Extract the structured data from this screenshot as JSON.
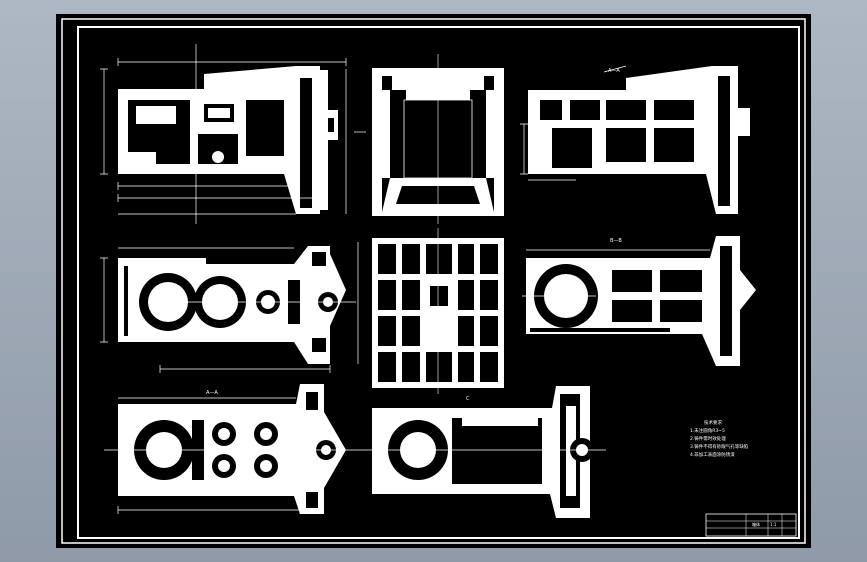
{
  "drawing": {
    "section_labels": {
      "top_right": "A—A",
      "middle_right": "B—B",
      "bottom_left": "A—A",
      "bottom_middle": "C"
    },
    "notes_title": "技术要求",
    "notes": [
      "1.未注圆角R3~5",
      "2.铸件需时效处理",
      "3.铸件不得有砂眼气孔等缺陷",
      "4.非加工表面涂防锈漆"
    ],
    "title_block": {
      "name": "箱体",
      "scale": "1:1"
    }
  },
  "colors": {
    "sheet": "#000000",
    "lines": "#ffffff",
    "background": "#9aa4b1"
  }
}
